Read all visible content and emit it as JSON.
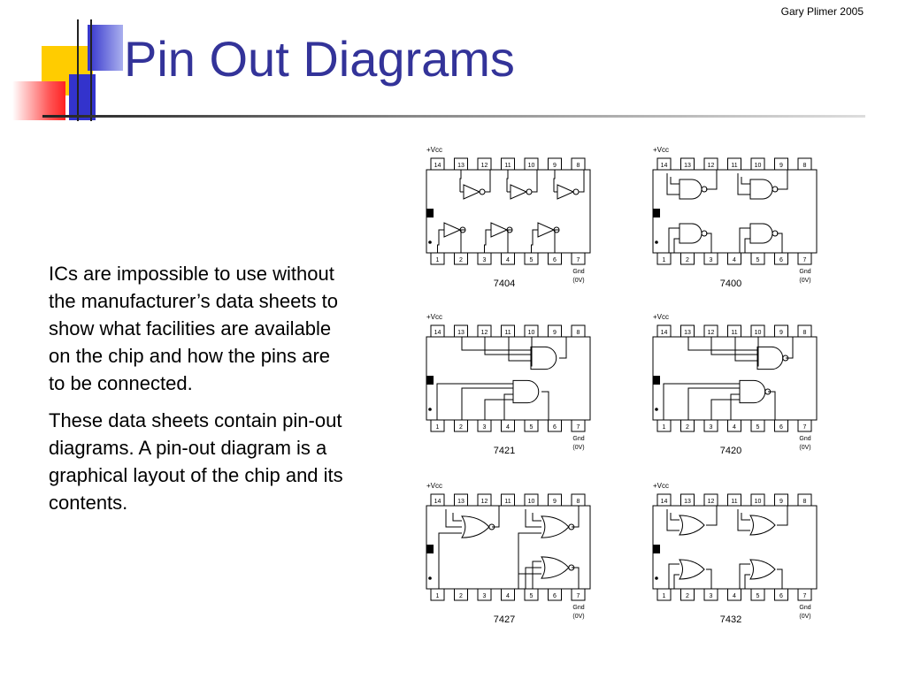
{
  "author": "Gary Plimer 2005",
  "title": "Pin Out Diagrams",
  "paragraphs": [
    "ICs are impossible to use without the manufacturer’s data sheets to show what facilities are available on the chip and how the pins are to be connected.",
    "These data sheets contain pin-out diagrams. A pin-out diagram is a graphical layout of the chip and its contents."
  ],
  "diagram": {
    "vcc_label": "+Vcc",
    "gnd_label": "Gnd",
    "gnd_volts": "(0V)",
    "top_pins": [
      "14",
      "13",
      "12",
      "11",
      "10",
      "9",
      "8"
    ],
    "bottom_pins": [
      "1",
      "2",
      "3",
      "4",
      "5",
      "6",
      "7"
    ],
    "chips": [
      {
        "part": "7404",
        "gate": "not",
        "layout": "hex"
      },
      {
        "part": "7400",
        "gate": "nand",
        "layout": "quad"
      },
      {
        "part": "7421",
        "gate": "and",
        "layout": "dual"
      },
      {
        "part": "7420",
        "gate": "nand",
        "layout": "dual"
      },
      {
        "part": "7427",
        "gate": "nor",
        "layout": "triple"
      },
      {
        "part": "7432",
        "gate": "or",
        "layout": "quad"
      }
    ]
  },
  "colors": {
    "title": "#333399",
    "deco_yellow": "#ffcc00",
    "deco_blue": "#3333cc",
    "deco_red": "#ff3333"
  }
}
